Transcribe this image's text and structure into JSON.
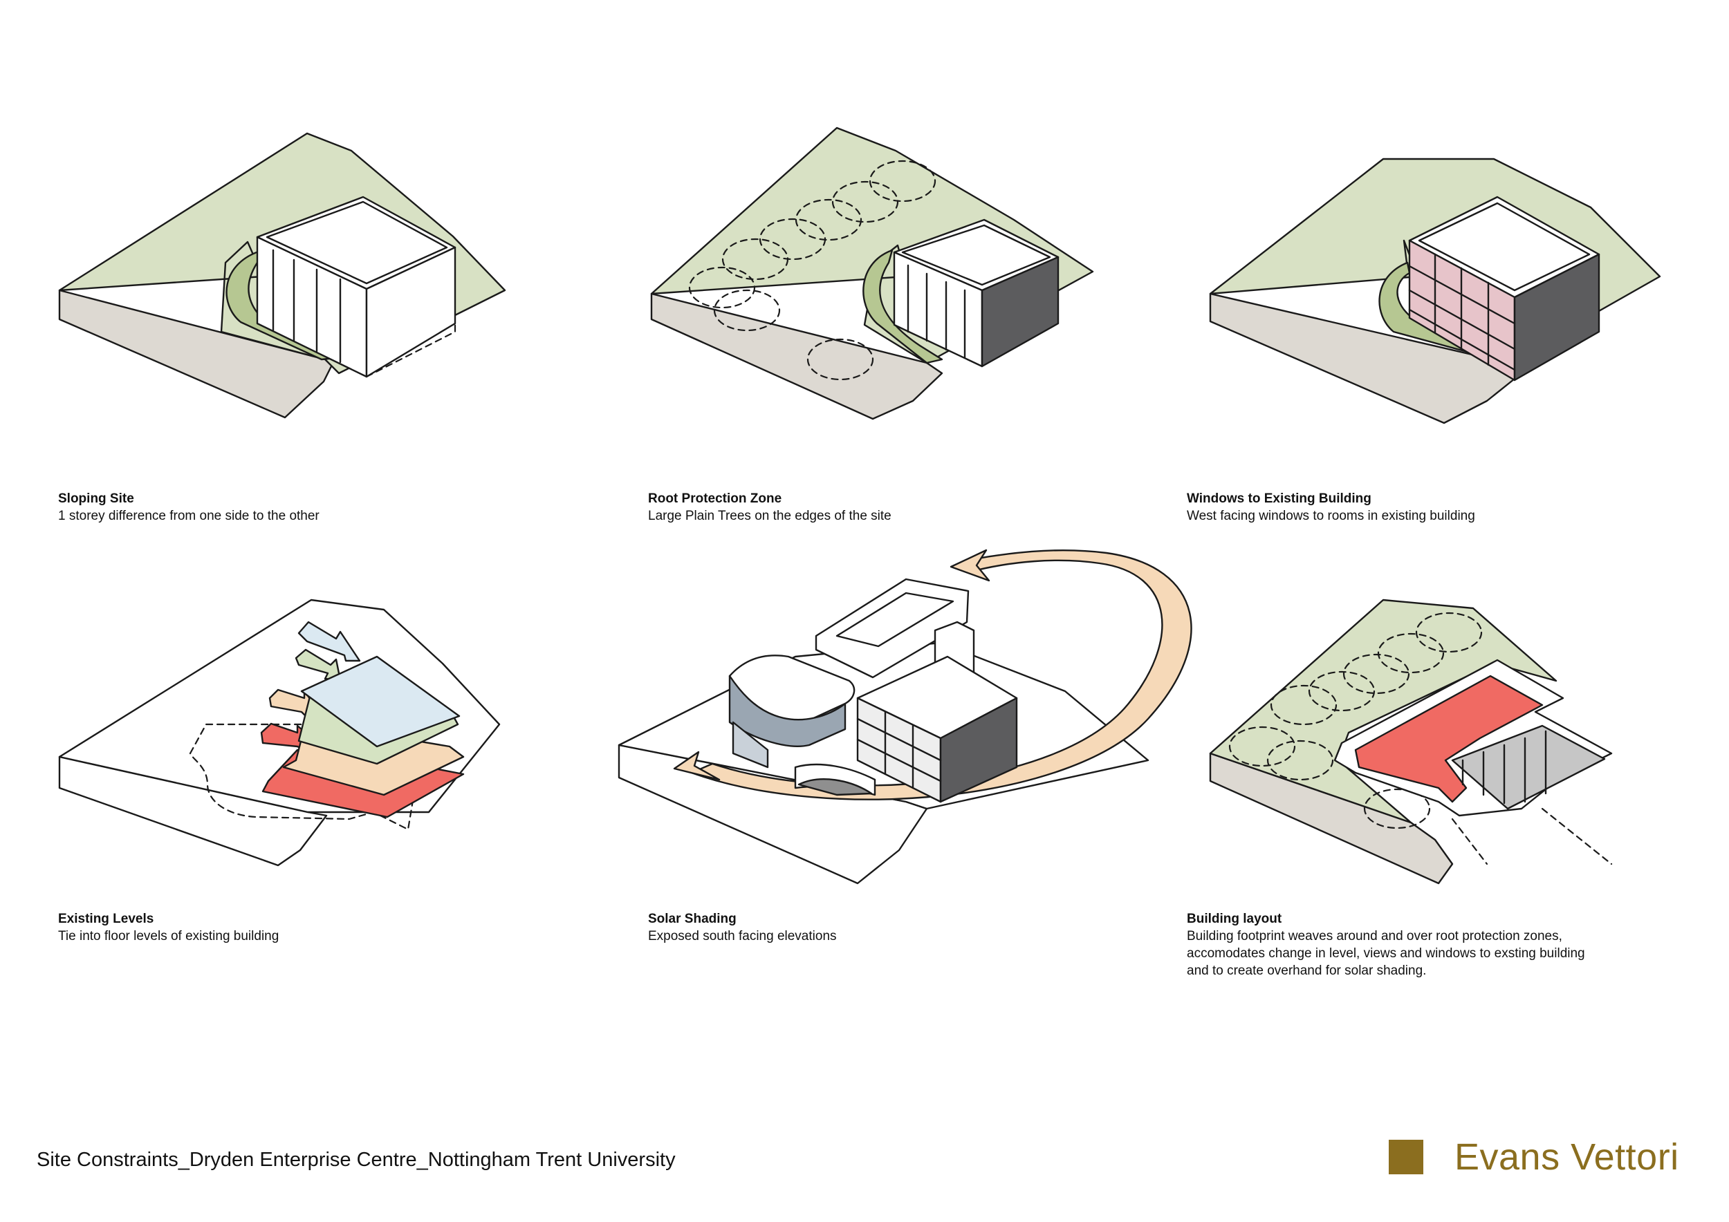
{
  "colors": {
    "ground": "#d8e1c4",
    "ground_dark": "#b6c792",
    "section": "#ddd9d2",
    "dark_face": "#5c5c5e",
    "window_pink": "#e7c4ca",
    "red": "#f06a63",
    "orange": "#f6d9b8",
    "green": "#d5e3c2",
    "blue": "#dbe9f2",
    "grey_fill": "#c6c6c6",
    "brand": "#8b6e1f"
  },
  "diagrams": [
    {
      "title": "Sloping Site",
      "description": "1 storey difference from one side to the other"
    },
    {
      "title": "Root Protection Zone",
      "description": "Large Plain Trees on the edges of the site"
    },
    {
      "title": "Windows to Existing Building",
      "description": "West facing windows to rooms in existing building"
    },
    {
      "title": "Existing Levels",
      "description": "Tie into floor levels of existing building"
    },
    {
      "title": "Solar Shading",
      "description": "Exposed south facing elevations"
    },
    {
      "title": "Building layout",
      "description": "Building footprint weaves around and over root protection zones, accomodates change in level, views and windows to exsting building and to create overhand for solar shading."
    }
  ],
  "footer": {
    "title": "Site Constraints_Dryden Enterprise Centre_Nottingham Trent University",
    "logo_text": "Evans Vettori"
  }
}
